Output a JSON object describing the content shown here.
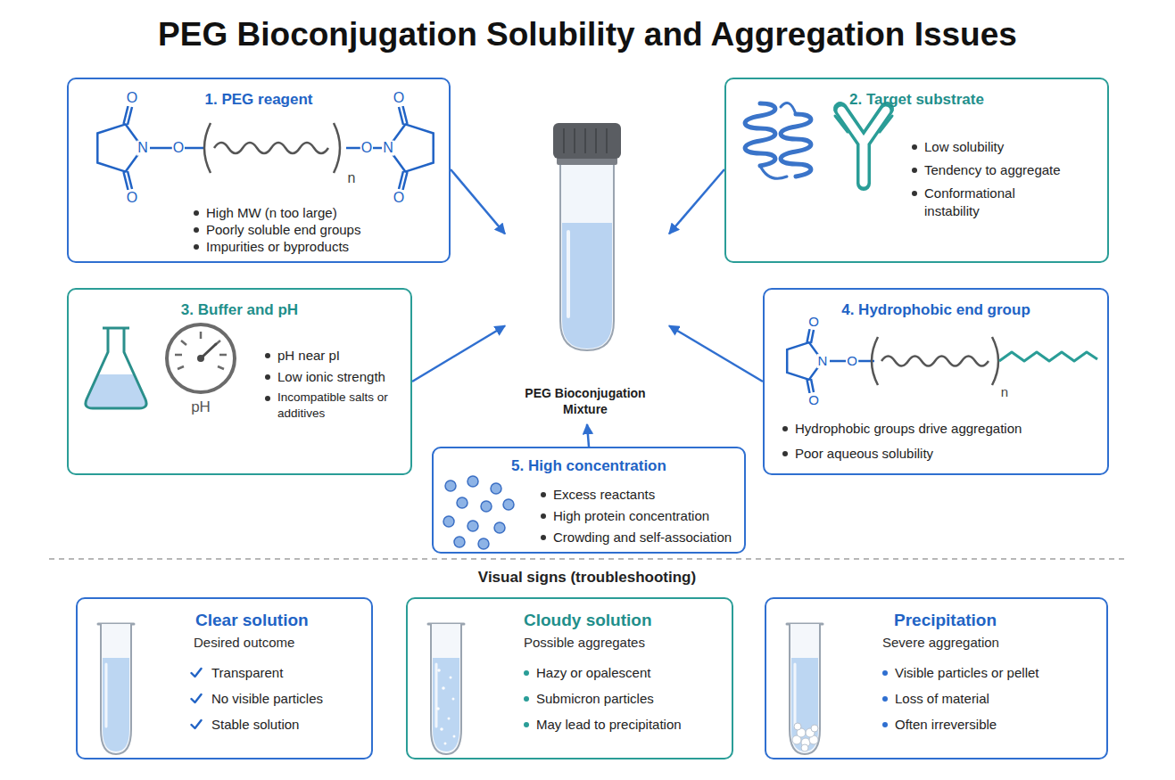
{
  "diagram": {
    "title": "PEG Bioconjugation Solubility and Aggregation Issues",
    "nodes": [
      {
        "text": [
          "1. PEG reagent",
          "High MW (n too large)",
          "Poorly soluble end groups",
          "Impurities or byproducts"
        ]
      },
      {
        "text": [
          "2. Target substrate",
          "Low solubility",
          "Tendency to aggregate",
          "Conformational instability"
        ]
      },
      {
        "text": [
          "3. Buffer and pH",
          "pH near pI",
          "Low ionic strength",
          "Incompatible salts or additives"
        ]
      },
      {
        "text": [
          "PEG Bioconjugation Mixture"
        ]
      },
      {
        "text": [
          "4. Hydrophobic end group",
          "Hydrophobic groups drive aggregation",
          "Poor aqueous solubility"
        ]
      },
      {
        "text": [
          "5. High concentration",
          "Excess reactants",
          "High protein concentration",
          "Crowding and self-association"
        ]
      },
      {
        "text": [
          "Clear solution",
          "Desired outcome",
          "Transparent",
          "No visible particles",
          "Stable solution"
        ]
      },
      {
        "text": [
          "Cloudy solution",
          "Possible aggregates",
          "Hazy or opalescent",
          "Submicron particles",
          "May lead to precipitation"
        ]
      },
      {
        "text": [
          "Precipitation",
          "Severe aggregation",
          "Visible particles or pellet",
          "Loss of material",
          "Often irreversible"
        ]
      }
    ],
    "edges": [
      {
        "from": 0,
        "to": 3,
        "arrow": "to"
      },
      {
        "from": 1,
        "to": 3,
        "arrow": "to"
      },
      {
        "from": 2,
        "to": 3,
        "arrow": "to"
      },
      {
        "from": 4,
        "to": 3,
        "arrow": "to"
      },
      {
        "from": 5,
        "to": 3,
        "arrow": "to"
      }
    ],
    "labels": [
      "O",
      "N",
      "O",
      "O",
      "n",
      "O",
      "N",
      "O",
      "O",
      "pH",
      "O",
      "N",
      "O",
      "O",
      "n",
      "Visual signs (troubleshooting)"
    ]
  }
}
